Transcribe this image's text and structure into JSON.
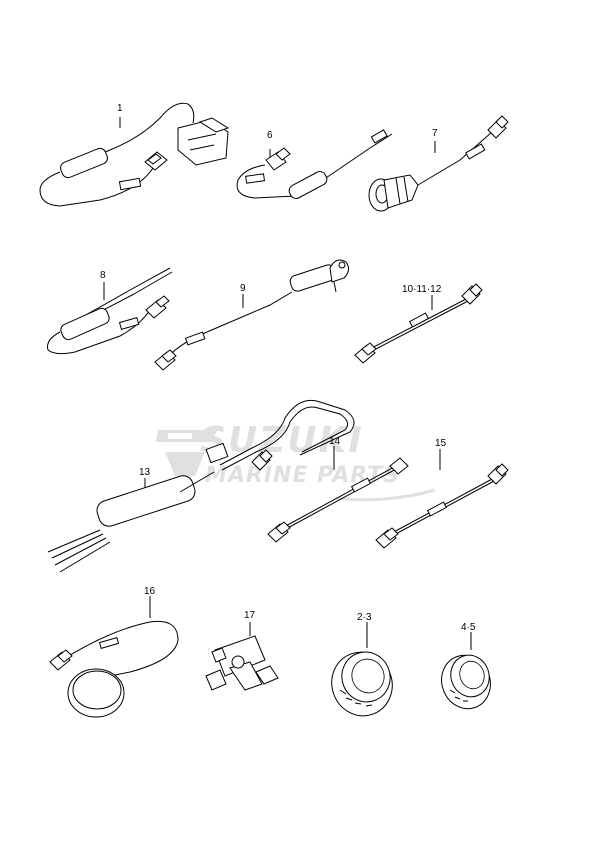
{
  "parts": [
    {
      "key": "p1",
      "label": "1"
    },
    {
      "key": "p6",
      "label": "6"
    },
    {
      "key": "p7",
      "label": "7"
    },
    {
      "key": "p8",
      "label": "8"
    },
    {
      "key": "p9",
      "label": "9"
    },
    {
      "key": "p10",
      "label": "10·11·12"
    },
    {
      "key": "p13",
      "label": "13"
    },
    {
      "key": "p14",
      "label": "14"
    },
    {
      "key": "p15",
      "label": "15"
    },
    {
      "key": "p16",
      "label": "16"
    },
    {
      "key": "p17",
      "label": "17"
    },
    {
      "key": "p23",
      "label": "2·3"
    },
    {
      "key": "p45",
      "label": "4·5"
    }
  ],
  "watermark": {
    "brand": "SUZUKI",
    "sub": "MARINE PARTS"
  },
  "colors": {
    "line": "#000000",
    "watermark": "#c8c8c8",
    "background": "#ffffff"
  }
}
